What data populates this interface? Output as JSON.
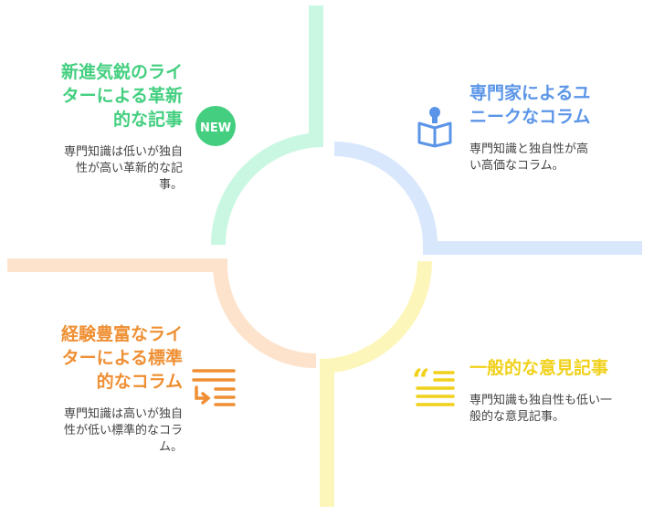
{
  "colors": {
    "green": "#43cf7f",
    "green_light": "#c9f7e2",
    "blue": "#5b95e8",
    "blue_light": "#d9e7fc",
    "orange": "#ef8f33",
    "orange_light": "#fde3cc",
    "yellow": "#f0d11a",
    "yellow_light": "#fdf6ba"
  },
  "quadrants": {
    "top_left": {
      "title_lines": [
        "新進気鋭のライ",
        "ターによる革新",
        "的な記事"
      ],
      "desc_lines": [
        "専門知識は低いが独自",
        "性が高い革新的な記",
        "事。"
      ],
      "icon": "new-badge-icon",
      "icon_text": "NEW"
    },
    "top_right": {
      "title_lines": [
        "専門家によるユ",
        "ニークなコラム"
      ],
      "desc_lines": [
        "専門知識と独自性が高",
        "い高価なコラム。"
      ],
      "icon": "reading-person-icon"
    },
    "bottom_left": {
      "title_lines": [
        "経験豊富なライ",
        "ターによる標準",
        "的なコラム"
      ],
      "desc_lines": [
        "専門知識は高いが独自",
        "性が低い標準的なコラ",
        "ム。"
      ],
      "icon": "list-arrow-icon"
    },
    "bottom_right": {
      "title_lines": [
        "一般的な意見記事"
      ],
      "desc_lines": [
        "専門知識も独自性も低い一",
        "般的な意見記事。"
      ],
      "icon": "quote-icon"
    }
  }
}
